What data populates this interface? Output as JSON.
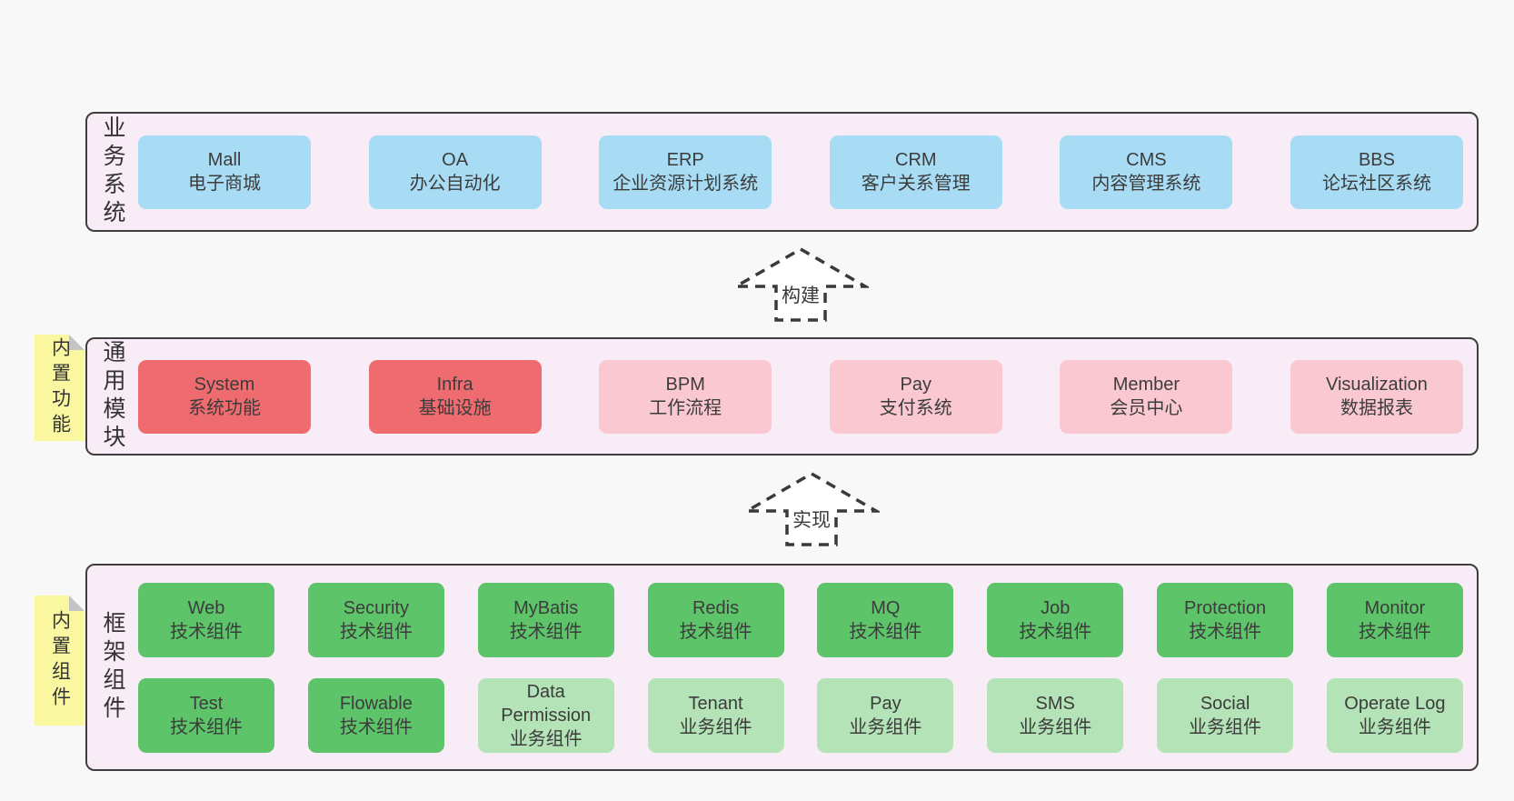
{
  "colors": {
    "page_bg": "#f8f8f8",
    "panel_bg": "#f8edf6",
    "panel_border": "#3e3e3e",
    "box_blue": "#a8dcf4",
    "box_red": "#ee6b70",
    "box_pink": "#fac8d1",
    "box_green": "#5ec46a",
    "box_green_light": "#b3e3b7",
    "note_yellow": "#f9f8a0",
    "note_fold": "#c4c4c4",
    "text": "#3a3a3a"
  },
  "sections": [
    {
      "id": "business-systems",
      "row_label": "业务系统",
      "note": null,
      "items": [
        {
          "name": "Mall",
          "desc": "电子商城",
          "variant": "blue"
        },
        {
          "name": "OA",
          "desc": "办公自动化",
          "variant": "blue"
        },
        {
          "name": "ERP",
          "desc": "企业资源计划系统",
          "variant": "blue"
        },
        {
          "name": "CRM",
          "desc": "客户关系管理",
          "variant": "blue"
        },
        {
          "name": "CMS",
          "desc": "内容管理系统",
          "variant": "blue"
        },
        {
          "name": "BBS",
          "desc": "论坛社区系统",
          "variant": "blue"
        }
      ]
    },
    {
      "id": "common-modules",
      "row_label": "通用模块",
      "note": "内置功能",
      "items": [
        {
          "name": "System",
          "desc": "系统功能",
          "variant": "red"
        },
        {
          "name": "Infra",
          "desc": "基础设施",
          "variant": "red"
        },
        {
          "name": "BPM",
          "desc": "工作流程",
          "variant": "pink"
        },
        {
          "name": "Pay",
          "desc": "支付系统",
          "variant": "pink"
        },
        {
          "name": "Member",
          "desc": "会员中心",
          "variant": "pink"
        },
        {
          "name": "Visualization",
          "desc": "数据报表",
          "variant": "pink"
        }
      ]
    },
    {
      "id": "framework-components",
      "row_label": "框架组件",
      "note": "内置组件",
      "items": [
        {
          "name": "Web",
          "desc": "技术组件",
          "variant": "green"
        },
        {
          "name": "Security",
          "desc": "技术组件",
          "variant": "green"
        },
        {
          "name": "MyBatis",
          "desc": "技术组件",
          "variant": "green"
        },
        {
          "name": "Redis",
          "desc": "技术组件",
          "variant": "green"
        },
        {
          "name": "MQ",
          "desc": "技术组件",
          "variant": "green"
        },
        {
          "name": "Job",
          "desc": "技术组件",
          "variant": "green"
        },
        {
          "name": "Protection",
          "desc": "技术组件",
          "variant": "green"
        },
        {
          "name": "Monitor",
          "desc": "技术组件",
          "variant": "green"
        },
        {
          "name": "Test",
          "desc": "技术组件",
          "variant": "green"
        },
        {
          "name": "Flowable",
          "desc": "技术组件",
          "variant": "green"
        },
        {
          "name": "Data Permission",
          "desc": "业务组件",
          "variant": "green-light"
        },
        {
          "name": "Tenant",
          "desc": "业务组件",
          "variant": "green-light"
        },
        {
          "name": "Pay",
          "desc": "业务组件",
          "variant": "green-light"
        },
        {
          "name": "SMS",
          "desc": "业务组件",
          "variant": "green-light"
        },
        {
          "name": "Social",
          "desc": "业务组件",
          "variant": "green-light"
        },
        {
          "name": "Operate Log",
          "desc": "业务组件",
          "variant": "green-light"
        }
      ]
    }
  ],
  "arrows": [
    {
      "label": "构建"
    },
    {
      "label": "实现"
    }
  ]
}
